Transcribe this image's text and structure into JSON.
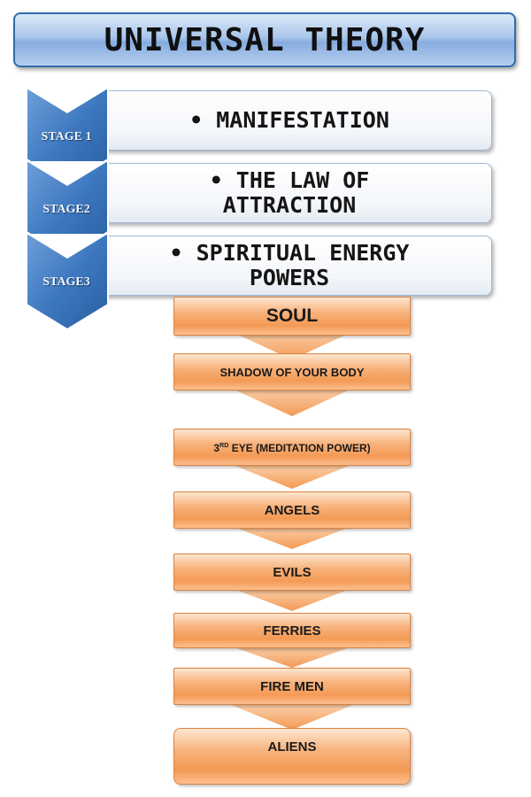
{
  "title": "UNIVERSAL THEORY",
  "stages": [
    {
      "badge": "STAGE 1",
      "text": "• MANIFESTATION"
    },
    {
      "badge": "STAGE2",
      "text": "• THE LAW OF\nATTRACTION"
    },
    {
      "badge": "STAGE3",
      "text": "• SPIRITUAL ENERGY\nPOWERS"
    }
  ],
  "flow": [
    {
      "text": "SOUL"
    },
    {
      "text": "SHADOW OF YOUR BODY"
    },
    {
      "prefix": "3",
      "sup": "RD",
      "text": " EYE (MEDITATION POWER)"
    },
    {
      "text": "ANGELS"
    },
    {
      "text": "EVILS"
    },
    {
      "text": "FERRIES"
    },
    {
      "text": "FIRE MEN"
    },
    {
      "text": "ALIENS"
    }
  ],
  "colors": {
    "stage_blue": "#2f6bb0",
    "flow_orange": "#f39a55"
  }
}
